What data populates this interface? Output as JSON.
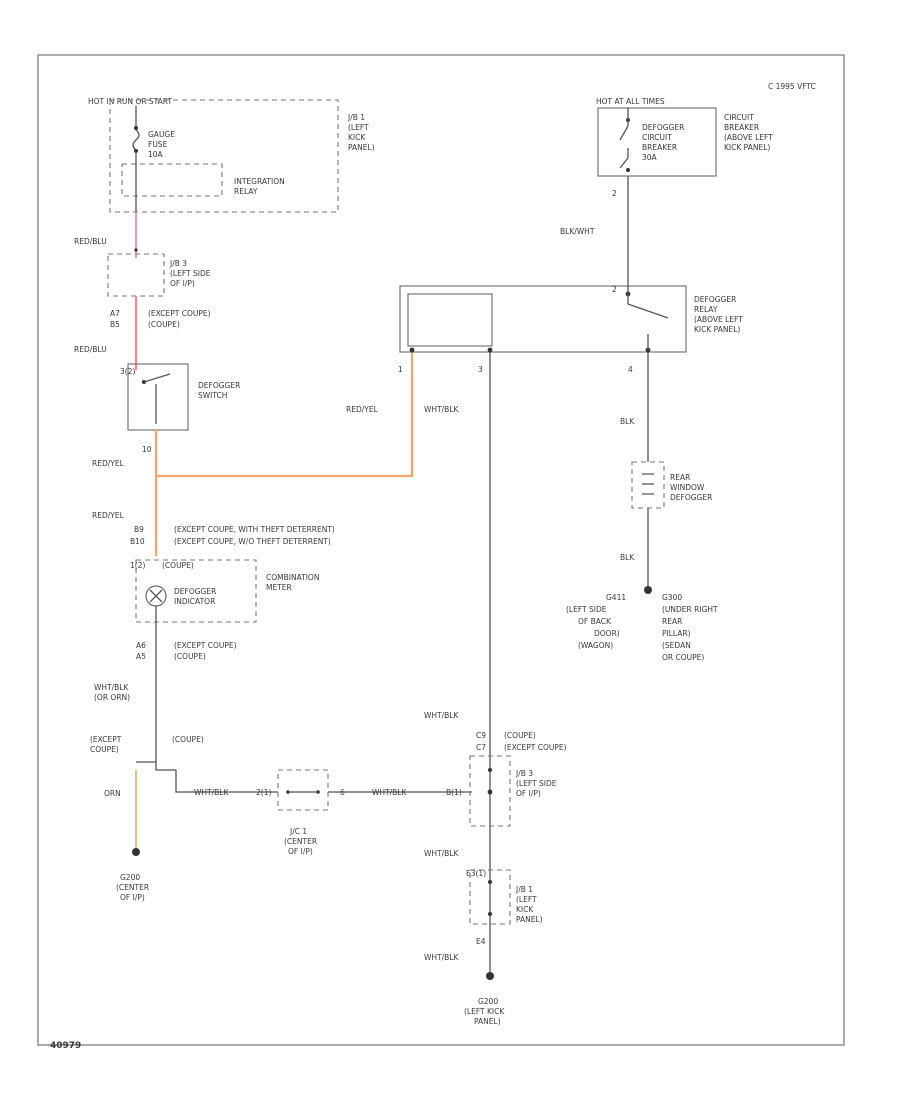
{
  "copyright": "C 1995 VFTC",
  "figure_id": "40979",
  "power": {
    "left": "HOT IN RUN OR START",
    "right": "HOT AT ALL TIMES"
  },
  "fuse": {
    "name": "GAUGE",
    "line2": "FUSE",
    "rating": "10A"
  },
  "jb1_top": [
    "J/B 1",
    "(LEFT",
    "KICK",
    "PANEL)"
  ],
  "integration_relay": [
    "INTEGRATION",
    "RELAY"
  ],
  "breaker": {
    "labels": [
      "DEFOGGER",
      "CIRCUIT",
      "BREAKER",
      "30A"
    ],
    "location": [
      "CIRCUIT",
      "BREAKER",
      "(ABOVE LEFT",
      "KICK PANEL)"
    ]
  },
  "jb3_top": [
    "J/B 3",
    "(LEFT SIDE",
    "OF I/P)"
  ],
  "pins_a7_b5": {
    "a7": "A7",
    "b5": "B5",
    "except": "(EXCEPT COUPE)",
    "coupe": "(COUPE)"
  },
  "defogger_switch": [
    "DEFOGGER",
    "SWITCH"
  ],
  "defogger_relay": [
    "DEFOGGER",
    "RELAY",
    "(ABOVE LEFT",
    "KICK PANEL)"
  ],
  "rear_defogger": [
    "REAR",
    "WINDOW",
    "DEFOGGER"
  ],
  "combination_meter": [
    "COMBINATION",
    "METER"
  ],
  "defogger_indicator": [
    "DEFOGGER",
    "INDICATOR"
  ],
  "jc1": [
    "J/C 1",
    "(CENTER",
    "OF I/P)"
  ],
  "jb3_bottom": [
    "J/B 3",
    "(LEFT SIDE",
    "OF I/P)"
  ],
  "jb1_bottom": [
    "J/B 1",
    "(LEFT",
    "KICK",
    "PANEL)"
  ],
  "wires": {
    "red_blu_1": "RED/BLU",
    "red_blu_2": "RED/BLU",
    "red_yel_1": "RED/YEL",
    "red_yel_2": "RED/YEL",
    "red_yel_3": "RED/YEL",
    "wht_blk_1": "WHT/BLK",
    "blk_wht": "BLK/WHT",
    "blk_1": "BLK",
    "blk_2": "BLK",
    "wht_blk_orn": [
      "WHT/BLK",
      "(OR ORN)"
    ],
    "orn": "ORN",
    "wht_blk_a": "WHT/BLK",
    "wht_blk_b": "WHT/BLK",
    "wht_blk_c": "WHT/BLK",
    "wht_blk_d": "WHT/BLK",
    "wht_blk_e": "WHT/BLK"
  },
  "pins": {
    "relay_1": "1",
    "relay_3": "3",
    "relay_4": "4",
    "relay_2": "2",
    "breaker_2": "2",
    "switch_top": "3(2)",
    "switch_bot": "10",
    "b9": "B9",
    "b10": "B10",
    "meter_top": "1(2)",
    "meter_a6": "A6",
    "meter_a5": "A5",
    "c9": "C9",
    "c7": "C7",
    "e4": "E4",
    "e3": "E3(1)",
    "jc1_left": "2(1)",
    "jc1_right": "6",
    "b_right": "B(1)"
  },
  "b9_note": "(EXCEPT COUPE, WITH THEFT DETERRENT)",
  "b10_note": "(EXCEPT COUPE, W/O THEFT DETERRENT)",
  "coupe_meter": "(COUPE)",
  "a6_note": "(EXCEPT COUPE)",
  "a5_note": "(COUPE)",
  "split_except": [
    "(EXCEPT",
    "COUPE)"
  ],
  "split_coupe": "(COUPE)",
  "c9_note": "(COUPE)",
  "c7_note": "(EXCEPT COUPE)",
  "ground_left": [
    "G200",
    "(CENTER",
    "OF I/P)"
  ],
  "ground_bottom": [
    "G200",
    "(LEFT KICK",
    "PANEL)"
  ],
  "ground_right_a": [
    "G411",
    "(LEFT SIDE",
    "OF BACK",
    "DOOR)",
    "(WAGON)"
  ],
  "ground_right_b": [
    "G300",
    "(UNDER RIGHT",
    "REAR",
    "PILLAR)",
    "(SEDAN",
    "OR COUPE)"
  ],
  "colors": {
    "pink": "#d6a0d6",
    "red": "#f08a8a",
    "orange": "#f4a66a",
    "tan": "#e8c27a"
  }
}
